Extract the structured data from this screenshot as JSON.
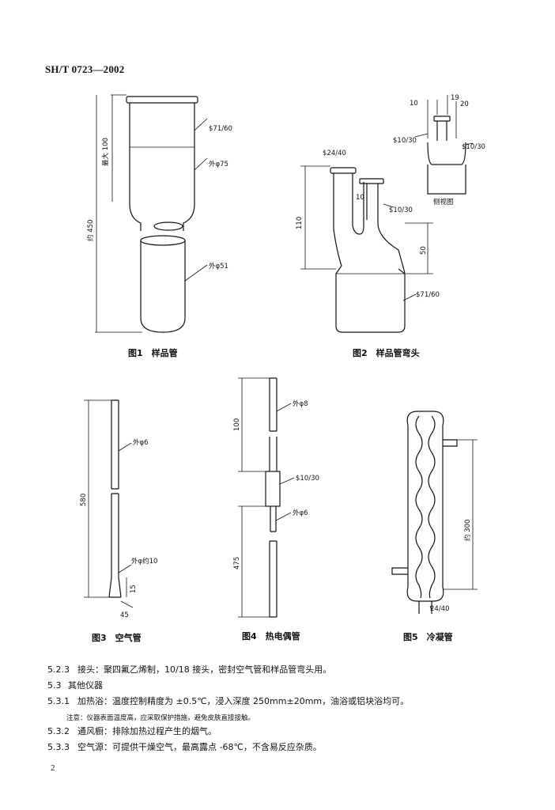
{
  "header": {
    "standard_code": "SH/T 0723—2002"
  },
  "figures": [
    {
      "caption": "图1　样品管",
      "labels": [
        "$71/60",
        "外φ75",
        "最大 100",
        "约 450",
        "外φ51"
      ]
    },
    {
      "caption": "图2　样品管弯头",
      "labels": [
        "$24/40",
        "10",
        "$10/30",
        "110",
        "50",
        "$71/60",
        "10",
        "19",
        "20",
        "$10/30",
        "$10/30",
        "侧视图"
      ]
    },
    {
      "caption": "图3　空气管",
      "labels": [
        "外φ6",
        "580",
        "外φ约10",
        "15",
        "45"
      ]
    },
    {
      "caption": "图4　热电偶管",
      "labels": [
        "外φ8",
        "100",
        "$10/30",
        "外φ6",
        "475"
      ]
    },
    {
      "caption": "图5　冷凝管",
      "labels": [
        "约 300",
        "24/40"
      ]
    }
  ],
  "text": {
    "c523": {
      "num": "5.2.3",
      "body": "接头：聚四氟乙烯制，10/18 接头，密封空气管和样品管弯头用。"
    },
    "c53": {
      "num": "5.3",
      "body": "其他仪器"
    },
    "c531": {
      "num": "5.3.1",
      "body": "加热浴：温度控制精度为 ±0.5℃，浸入深度 250mm±20mm，油浴或铝块浴均可。"
    },
    "note531": "注意：仪器表面温度高，应采取保护措施，避免皮肤直接接触。",
    "c532": {
      "num": "5.3.2",
      "body": "通风橱：排除加热过程产生的烟气。"
    },
    "c533": {
      "num": "5.3.3",
      "body": "空气源：可提供干燥空气，最高露点 -68℃，不含易反应杂质。"
    }
  },
  "page_number": "2"
}
